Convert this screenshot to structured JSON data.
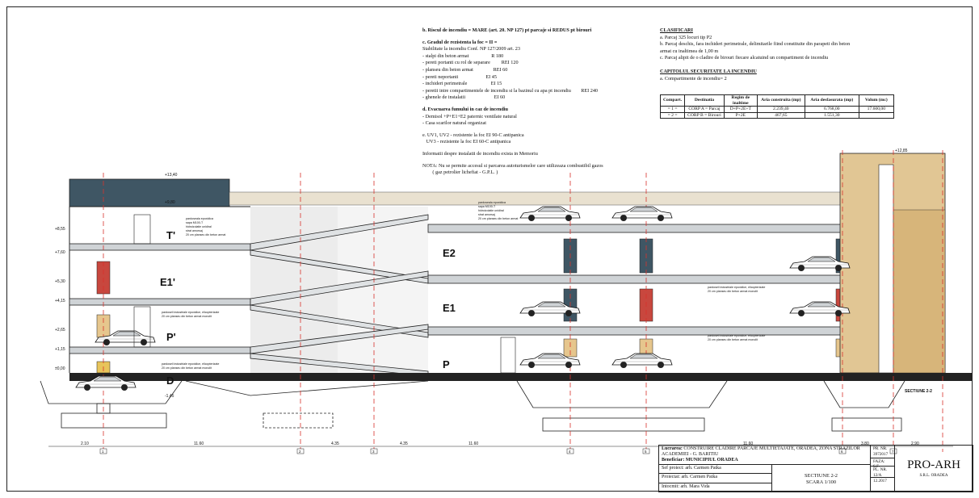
{
  "notes_left": {
    "b_title": "b. Riscul de incendiu = MARE (art. 20. NP 127) pt parcaje si REDUS pt birouri",
    "c_title": "c. Gradul de rezistenta la foc = II =",
    "c_sub": "Stabilitate la incendiu Conf. NP 127/2009 art. 23",
    "c_items": [
      "- stalpi din beton armat                  R 180",
      "- pereti portanti cu rol de separare         REI 120",
      "- planseu din beton armat                REI 60",
      "- pereti neportanti                      EI 45",
      "- inchideri perimetrale                   EI 15",
      "- peretii intre compartimentele de incendiu si la bazinul cu apa pt incendiu        REI 240",
      "- ghenele de instalatii                       EI 60"
    ],
    "d_title": "d. Evacuarea fumului in caz de incendiu",
    "d_items": [
      "- Demisol +P+E1+E2 paternic ventilate natural",
      "- Casa scarilor natural organizat"
    ],
    "e_items": [
      "e. UV1, UV2 - rezistente la foc EI 90-C antipanica",
      "   UV3 - rezistente la foc EI 60-C antipanica"
    ],
    "info": "Informatii despre instalatii de incendiu exista in Memoriu",
    "nota1": "NOTA: Nu se permite accesul si parcarea autoturismelor care utilizeaza combustibil gazos",
    "nota2": "        ( gaz petrolier lichefiat - G.P.L. )"
  },
  "clasificari": {
    "title": "CLASIFICARI",
    "items": [
      "a. Parcaj 325 locuri tip P2",
      "b. Parcaj deschis, fara inchideri perimetrale, delimitarile fiind constituite din parapeti din beton",
      "armat cu inaltimea de 1,00 m",
      "c. Parcaj alipit de o cladire de birouri fiecare alcatuind un compartiment de incendiu"
    ],
    "securitate_title": "CAPITOLUL SECURITATE LA INCENDIU",
    "securitate_sub": "a. Compartimente de incendiu= 2"
  },
  "compartments_table": {
    "headers": [
      "Compart.",
      "Destinatia",
      "Regim de inaltime",
      "Aria construita (mp)",
      "Aria desfasurata (mp)",
      "Volum (mc)"
    ],
    "rows": [
      [
        "= 1 =",
        "CORP A = Parcaj",
        "D+P+2E+T",
        "2.239,40",
        "6.768,00",
        "17.600,00"
      ],
      [
        "= 2 =",
        "CORP B = Birouri",
        "P+2E",
        "467,65",
        "1.551,30",
        ""
      ]
    ]
  },
  "drawing": {
    "floor_labels": [
      "T'",
      "E1'",
      "P'",
      "D",
      "E2",
      "E1",
      "P"
    ],
    "elevations": [
      "+13,40",
      "+9,80",
      "+8,55",
      "+7,60",
      "+5,30",
      "+4,15",
      "+2,65",
      "+1,15",
      "±0,00",
      "-1,45",
      "+12,85"
    ],
    "annotation_a": [
      "pardoseala epoxidica",
      "sapa M100-T",
      "hidroizolatie unidiral",
      "strat amorsaj",
      "20 cm planseu din beton armat"
    ],
    "annotation_b": [
      "pardoseli industriale epoxidice, elicopterizate",
      "20 cm planseu din beton armat monolit"
    ],
    "dimensions": [
      "2.10",
      "11.60",
      "4.35",
      "4.35",
      "11.60",
      "11.60",
      "3.80",
      "2.90"
    ],
    "axis_marks": [
      "1",
      "2",
      "3",
      "4",
      "5",
      "6",
      "7"
    ],
    "section_label": "SECTIUNE 2-2"
  },
  "title_block": {
    "lucrare_label": "Lucrarea:",
    "lucrare": "CONSTRUIRE CLADIRE PARCAJE MULTIETAJATE, ORADEA, ZONA STRAZILOR ACADEMIEI - G. BARITIU",
    "beneficiar_label": "Beneficiar:",
    "beneficiar": "MUNICIPIUL ORADEA",
    "pr_nr": "PR. NR. 3972017",
    "faza": "FAZA: S.F.",
    "pl_nr": "PL. NR. 12/A",
    "date": "12.2017",
    "sef_proiect": "Sef proiect: arh. Carmen Patka",
    "proiectat": "Proiectat: arh. Carmen Patka",
    "intocmit": "Intocmit: arh. Mara Vida",
    "sectiune": "SECTIUNE 2-2",
    "scara": "SCARA 1/100",
    "brand": "PRO-ARH",
    "brand_sub": "S.R.L. ORADEA"
  }
}
